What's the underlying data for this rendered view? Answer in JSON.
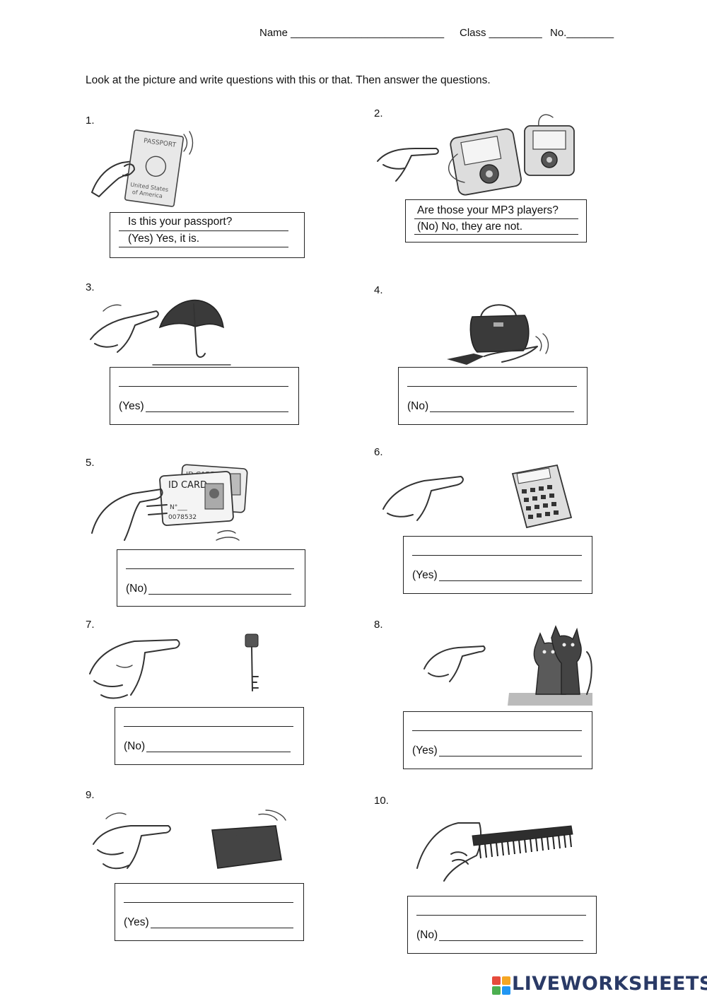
{
  "header": {
    "name_label": "Name __________________________",
    "class_label": "Class _________",
    "no_label": "No.________"
  },
  "instructions": "Look at the picture and write questions with this or that. Then answer the questions.",
  "exercises": [
    {
      "number": "1.",
      "question": "Is this your passport?",
      "answer": "(Yes) Yes, it is.",
      "icon": "hand-holding-passport"
    },
    {
      "number": "2.",
      "question": "Are those your MP3 players?",
      "answer": "(No) No, they are not.",
      "icon": "pointing-at-mp3-players"
    },
    {
      "number": "3.",
      "question": "",
      "answer": "(Yes)",
      "icon": "pointing-at-umbrella"
    },
    {
      "number": "4.",
      "question": "",
      "answer": "(No)",
      "icon": "hand-holding-handbag"
    },
    {
      "number": "5.",
      "question": "",
      "answer": "(No)",
      "icon": "hand-holding-id-cards"
    },
    {
      "number": "6.",
      "question": "",
      "answer": "(Yes)",
      "icon": "pointing-at-calculator"
    },
    {
      "number": "7.",
      "question": "",
      "answer": "(No)",
      "icon": "pointing-at-key"
    },
    {
      "number": "8.",
      "question": "",
      "answer": "(Yes)",
      "icon": "pointing-at-cats"
    },
    {
      "number": "9.",
      "question": "",
      "answer": "(Yes)",
      "icon": "pointing-at-wallet"
    },
    {
      "number": "10.",
      "question": "",
      "answer": "(No)",
      "icon": "hand-holding-comb"
    }
  ],
  "footer": {
    "logo_text": "LIVEWORKSHEETS",
    "logo_colors": [
      "#e64b3c",
      "#f5a623",
      "#4caf50",
      "#2196f3"
    ]
  }
}
